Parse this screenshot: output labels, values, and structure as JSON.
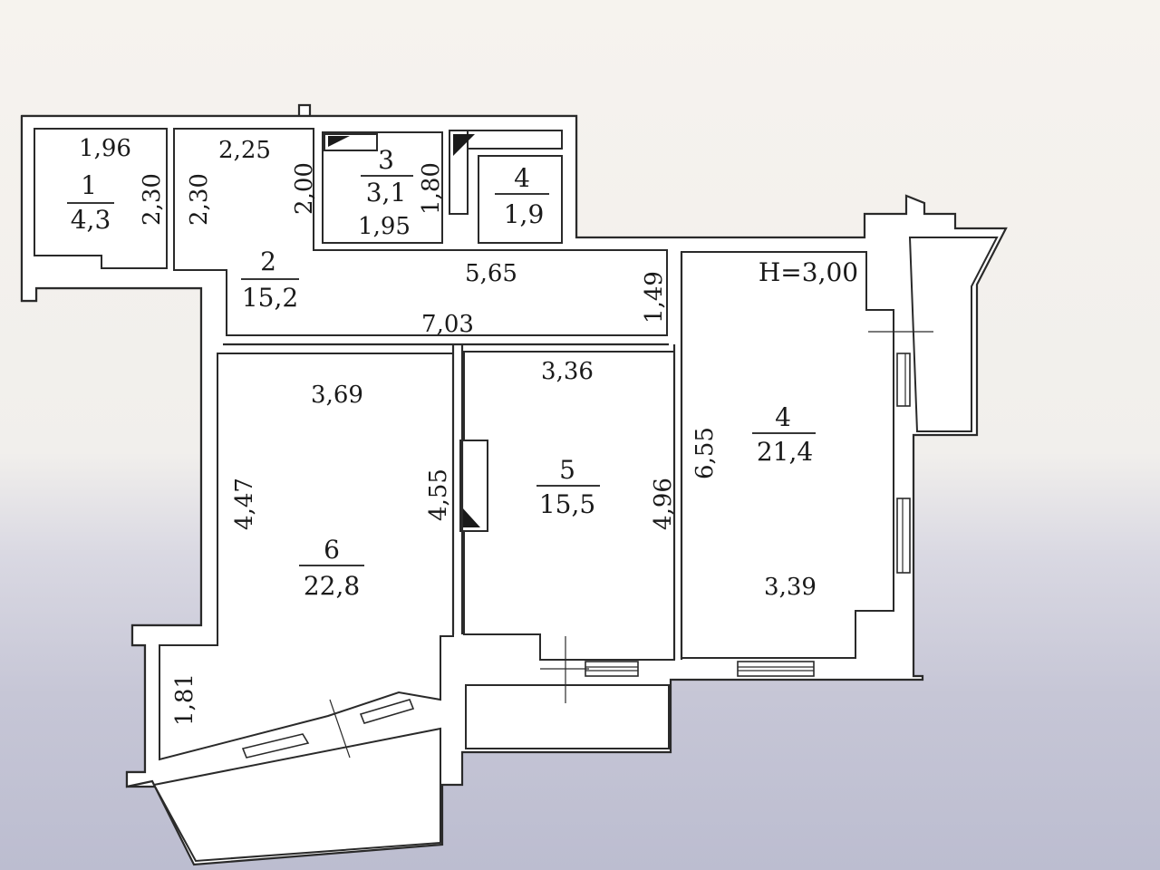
{
  "plan": {
    "ceiling_height": "H=3,00",
    "rooms": [
      {
        "number": "1",
        "area": "4,3"
      },
      {
        "number": "2",
        "area": "15,2"
      },
      {
        "number": "3",
        "area": "3,1"
      },
      {
        "number": "4",
        "area": "1,9"
      },
      {
        "number": "4",
        "area": "21,4"
      },
      {
        "number": "5",
        "area": "15,5"
      },
      {
        "number": "6",
        "area": "22,8"
      }
    ],
    "dimensions": {
      "r1_width": "1,96",
      "r1_height": "2,30",
      "hall_height": "2,30",
      "hall_width": "2,25",
      "hall_depth": "2,00",
      "r3_width": "1,95",
      "r3_height": "1,80",
      "corridor_top": "5,65",
      "corridor_bottom": "7,03",
      "corridor_height": "1,49",
      "r6_width": "3,69",
      "r6_left": "4,47",
      "r6_right": "4,55",
      "balcony": "1,81",
      "r5_width": "3,36",
      "r5_right": "4,96",
      "r4_left": "6,55",
      "r4_bottom": "3,39"
    }
  }
}
